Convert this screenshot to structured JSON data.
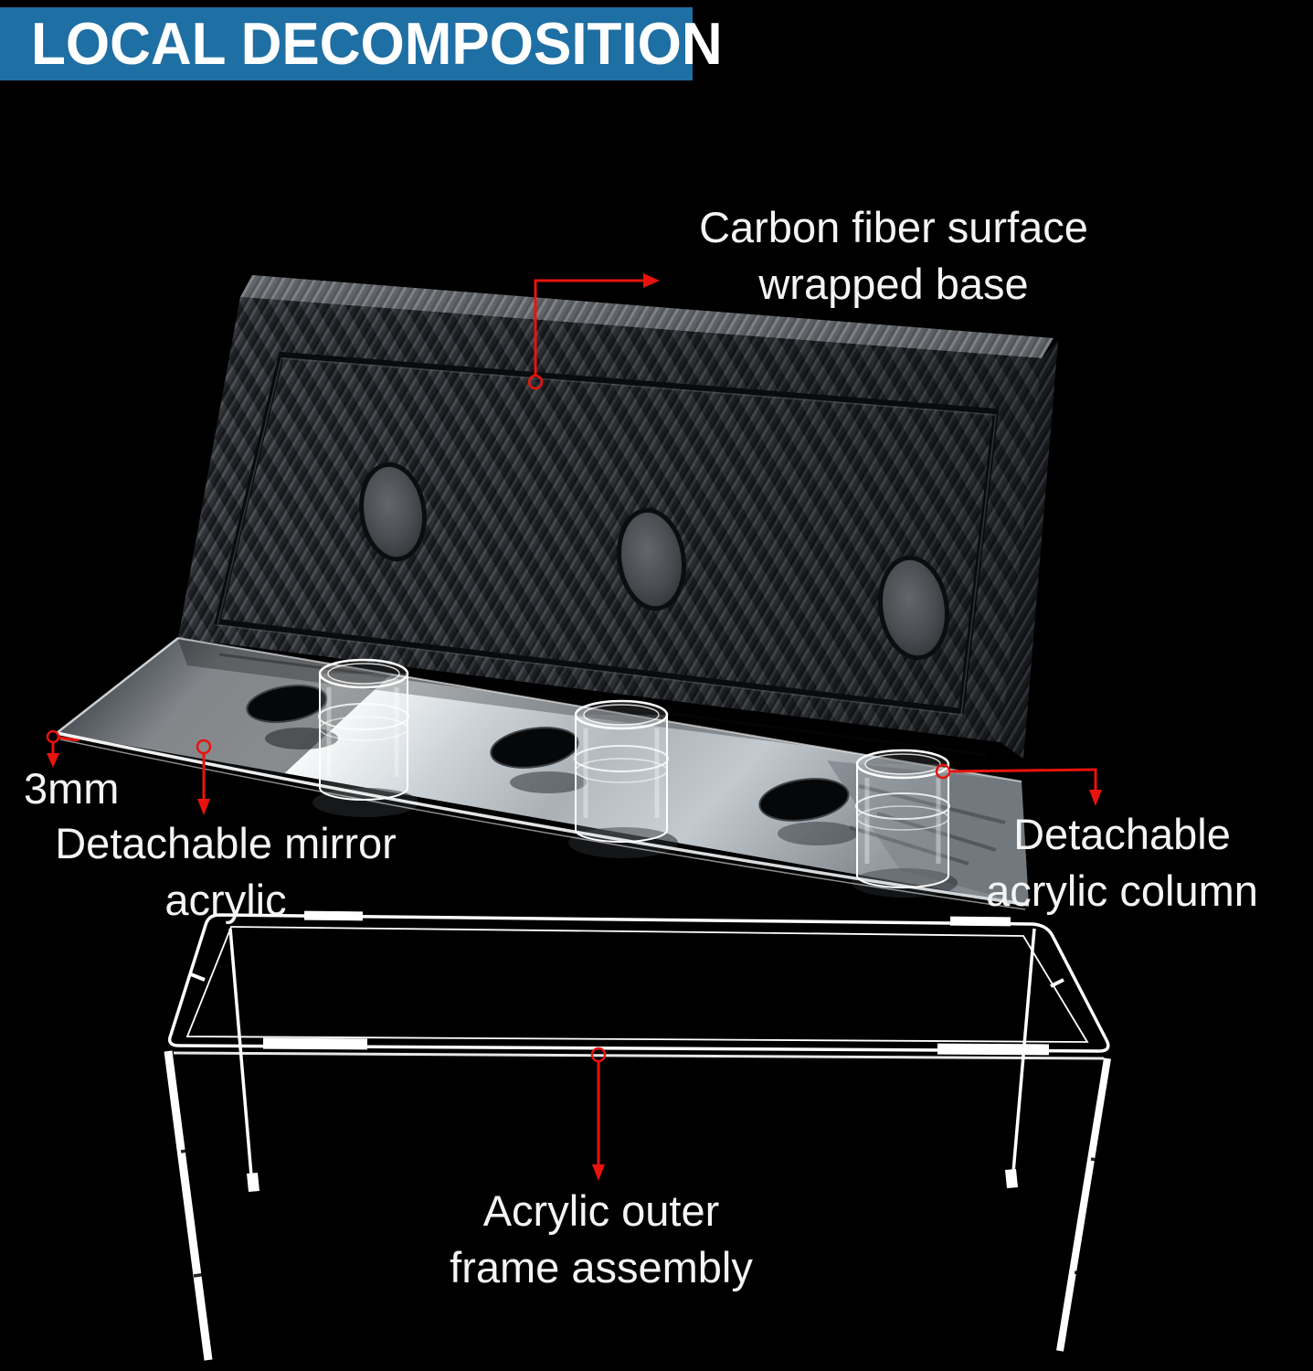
{
  "title": "LOCAL DECOMPOSITION",
  "colors": {
    "banner_blue": "#1e6fa3",
    "arrow_red": "#e8130c",
    "label_white": "#f4f4f4",
    "frame_white": "#ffffff",
    "background_black": "#000000"
  },
  "annotations": {
    "carbon_base": {
      "line1": "Carbon fiber surface",
      "line2": "wrapped base"
    },
    "thickness": {
      "text": "3mm"
    },
    "mirror": {
      "line1": "Detachable mirror",
      "line2": "acrylic"
    },
    "column": {
      "line1": "Detachable",
      "line2": "acrylic column"
    },
    "frame": {
      "line1": "Acrylic outer",
      "line2": "frame assembly"
    }
  }
}
